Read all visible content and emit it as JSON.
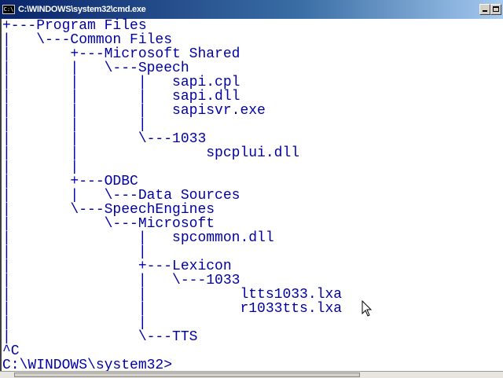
{
  "window": {
    "title": "C:\\WINDOWS\\system32\\cmd.exe",
    "icon": "cmd-icon",
    "icon_text": "C:\\"
  },
  "console": {
    "lines": [
      "+---Program Files",
      "|   \\---Common Files",
      "|       +---Microsoft Shared",
      "|       |   \\---Speech",
      "|       |       |   sapi.cpl",
      "|       |       |   sapi.dll",
      "|       |       |   sapisvr.exe",
      "|       |       |",
      "|       |       \\---1033",
      "|       |               spcplui.dll",
      "|       |",
      "|       +---ODBC",
      "|       |   \\---Data Sources",
      "|       \\---SpeechEngines",
      "|           \\---Microsoft",
      "|               |   spcommon.dll",
      "|               |",
      "|               +---Lexicon",
      "|               |   \\---1033",
      "|               |           ltts1033.lxa",
      "|               |           r1033tts.lxa",
      "|               |",
      "|               \\---TTS",
      "^C",
      "C:\\WINDOWS\\system32>"
    ],
    "text_color": "#0000a8",
    "background": "#ffffff"
  }
}
